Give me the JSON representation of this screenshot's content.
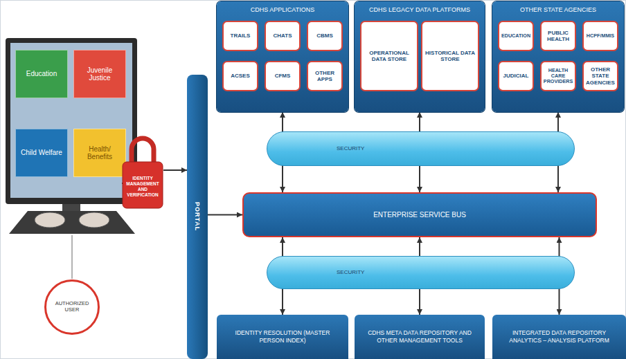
{
  "diagram": {
    "nodes": [
      {
        "text": [
          "Education"
        ]
      },
      {
        "text": [
          "Juvenile Justice"
        ]
      },
      {
        "text": [
          "Child Welfare"
        ]
      },
      {
        "text": [
          "Health/ Benefits"
        ]
      },
      {
        "text": [
          "IDENTITY MANAGEMENT AND VERIFICATION"
        ]
      },
      {
        "text": [
          "AUTHORIZED USER"
        ]
      },
      {
        "text": [
          "PORTAL"
        ]
      },
      {
        "text": [
          "CDHS APPLICATIONS"
        ]
      },
      {
        "text": [
          "TRAILS"
        ],
        "in": 7
      },
      {
        "text": [
          "CHATS"
        ],
        "in": 7
      },
      {
        "text": [
          "CBMS"
        ],
        "in": 7
      },
      {
        "text": [
          "ACSES"
        ],
        "in": 7
      },
      {
        "text": [
          "CFMS"
        ],
        "in": 7
      },
      {
        "text": [
          "OTHER APPS"
        ],
        "in": 7
      },
      {
        "text": [
          "CDHS LEGACY DATA PLATFORMS"
        ]
      },
      {
        "text": [
          "OPERATIONAL DATA STORE"
        ],
        "in": 14
      },
      {
        "text": [
          "HISTORICAL DATA STORE"
        ],
        "in": 14
      },
      {
        "text": [
          "OTHER STATE AGENCIES"
        ]
      },
      {
        "text": [
          "EDUCATION"
        ],
        "in": 17
      },
      {
        "text": [
          "PUBLIC HEALTH"
        ],
        "in": 17
      },
      {
        "text": [
          "HCPF/MMIS"
        ],
        "in": 17
      },
      {
        "text": [
          "JUDICIAL"
        ],
        "in": 17
      },
      {
        "text": [
          "HEALTH CARE PROVIDERS"
        ],
        "in": 17
      },
      {
        "text": [
          "OTHER STATE AGENCIES"
        ],
        "in": 17
      },
      {
        "text": [
          "SECURITY"
        ]
      },
      {
        "text": [
          "ENTERPRISE SERVICE BUS"
        ]
      },
      {
        "text": [
          "SECURITY"
        ]
      },
      {
        "text": [
          "IDENTITY RESOLUTION (MASTER PERSON INDEX)"
        ]
      },
      {
        "text": [
          "CDHS META DATA REPOSITORY AND OTHER MANAGEMENT TOOLS"
        ]
      },
      {
        "text": [
          "INTEGRATED DATA REPOSITORY ANALYTICS – ANALYSIS PLATFORM"
        ]
      }
    ],
    "edges": [
      {
        "from": 4,
        "to": 6,
        "arrow": "to"
      },
      {
        "from": 6,
        "to": 25,
        "arrow": "to"
      },
      {
        "from": 7,
        "to": 25,
        "arrow": "both"
      },
      {
        "from": 14,
        "to": 25,
        "arrow": "both"
      },
      {
        "from": 17,
        "to": 25,
        "arrow": "both"
      },
      {
        "from": 25,
        "to": 27,
        "arrow": "both"
      },
      {
        "from": 25,
        "to": 28,
        "arrow": "both"
      },
      {
        "from": 25,
        "to": 29,
        "arrow": "both"
      }
    ]
  }
}
